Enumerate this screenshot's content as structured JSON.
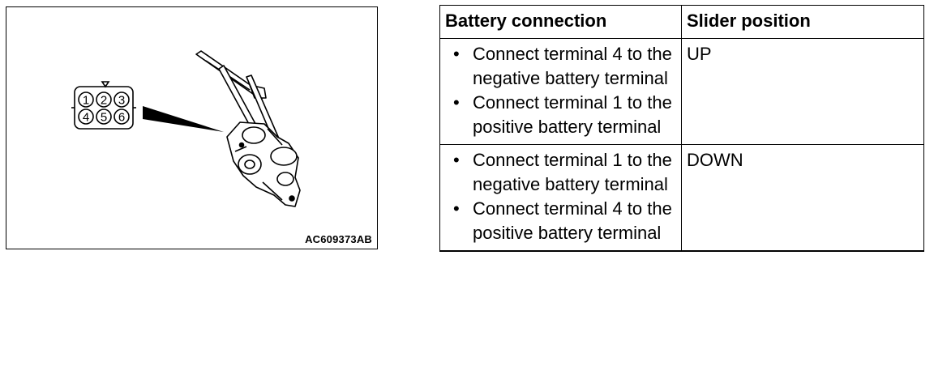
{
  "figure": {
    "id_label": "AC609373AB",
    "connector_pins": [
      "1",
      "2",
      "3",
      "4",
      "5",
      "6"
    ]
  },
  "table": {
    "headers": [
      "Battery connection",
      "Slider position"
    ],
    "rows": [
      {
        "steps": [
          "Connect terminal 4 to the negative battery terminal",
          "Connect terminal 1 to the positive battery terminal"
        ],
        "position": "UP"
      },
      {
        "steps": [
          "Connect terminal 1 to the negative battery terminal",
          "Connect terminal 4 to the positive battery terminal"
        ],
        "position": "DOWN"
      }
    ]
  }
}
